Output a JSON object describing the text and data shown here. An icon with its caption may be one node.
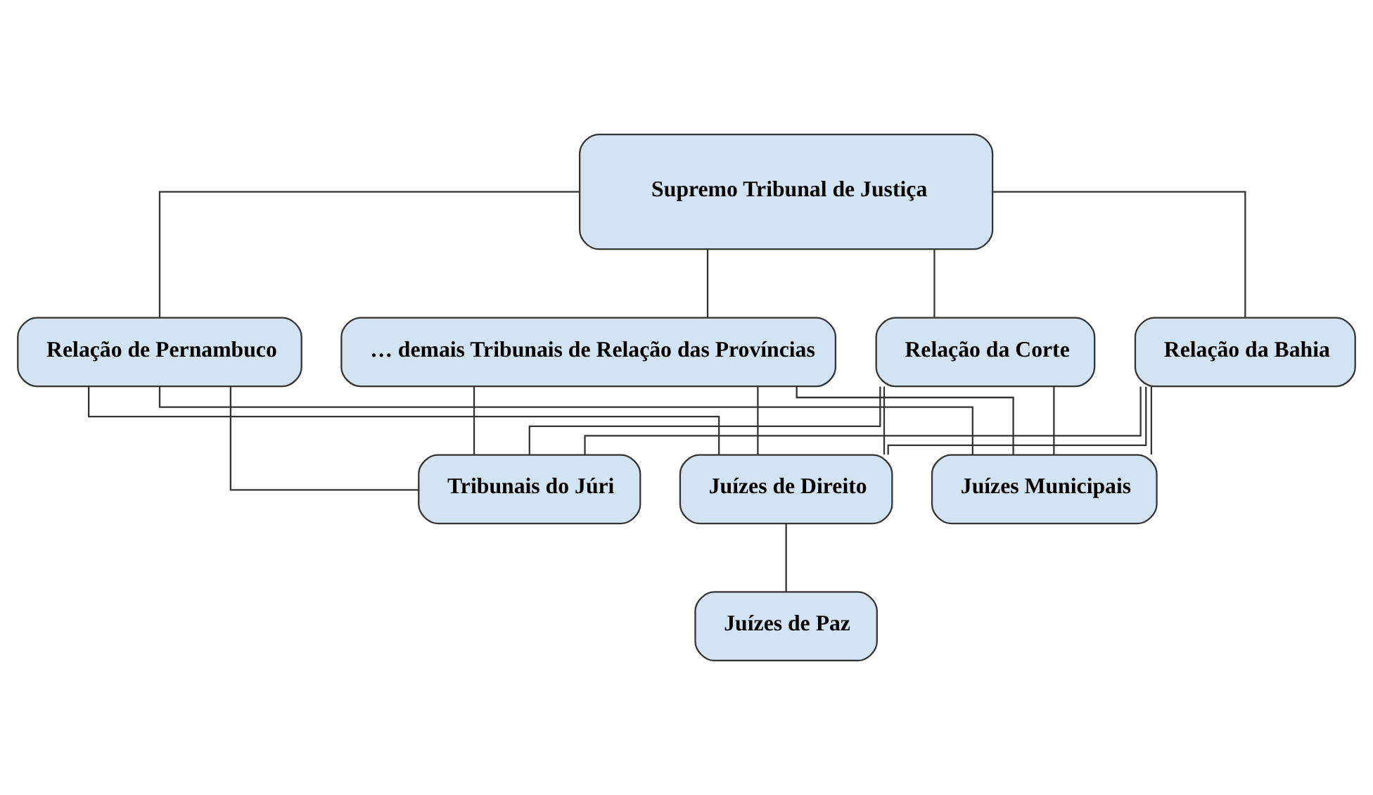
{
  "diagram": {
    "nodes": [
      {
        "text": [
          "Supremo Tribunal de Justiça"
        ]
      },
      {
        "text": [
          "Relação da Corte"
        ]
      },
      {
        "text": [
          "Relação da Bahia"
        ]
      },
      {
        "text": [
          "Relação de Pernambuco"
        ]
      },
      {
        "text": [
          "… demais Tribunais de Relação das Províncias"
        ]
      },
      {
        "text": [
          "Tribunais do Júri"
        ]
      },
      {
        "text": [
          "Juízes de Direito"
        ]
      },
      {
        "text": [
          "Juízes Municipais"
        ]
      },
      {
        "text": [
          "Juízes de Paz"
        ]
      }
    ],
    "edges": [
      {
        "from": 0,
        "to": 1,
        "arrow": "none"
      },
      {
        "from": 0,
        "to": 2,
        "arrow": "none"
      },
      {
        "from": 0,
        "to": 3,
        "arrow": "none"
      },
      {
        "from": 0,
        "to": 4,
        "arrow": "none"
      },
      {
        "from": 1,
        "to": 5,
        "arrow": "none"
      },
      {
        "from": 1,
        "to": 6,
        "arrow": "none"
      },
      {
        "from": 1,
        "to": 7,
        "arrow": "none"
      },
      {
        "from": 2,
        "to": 5,
        "arrow": "none"
      },
      {
        "from": 2,
        "to": 6,
        "arrow": "none"
      },
      {
        "from": 2,
        "to": 7,
        "arrow": "none"
      },
      {
        "from": 3,
        "to": 5,
        "arrow": "none"
      },
      {
        "from": 3,
        "to": 6,
        "arrow": "none"
      },
      {
        "from": 3,
        "to": 7,
        "arrow": "none"
      },
      {
        "from": 4,
        "to": 5,
        "arrow": "none"
      },
      {
        "from": 4,
        "to": 6,
        "arrow": "none"
      },
      {
        "from": 4,
        "to": 7,
        "arrow": "none"
      },
      {
        "from": 6,
        "to": 8,
        "arrow": "none"
      }
    ]
  }
}
